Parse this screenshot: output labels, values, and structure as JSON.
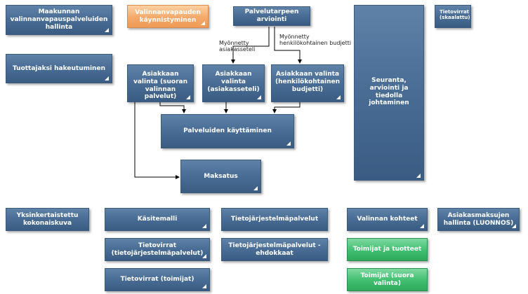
{
  "boxes": {
    "maakunnan": "Maakunnan valinnanvapauspalveluiden hallinta",
    "kaynnistyminen": "Valinnanvapauden käynnistyminen",
    "palvelutarve": "Palvelutarpeen arviointi",
    "seuranta": "Seuranta, arviointi ja tiedolla johtaminen",
    "tietovirrat_skaalattu": "Tietovirrat (skaalattu)",
    "tuottajaksi": "Tuottajaksi hakeutuminen",
    "valinta_suora": "Asiakkaan valinta (suoran valinnan palvelut)",
    "valinta_seteli": "Asiakkaan valinta (asiakasseteli)",
    "valinta_budjetti": "Asiakkaan valinta (henkilökohtainen budjetti)",
    "palveluiden_kaytt": "Palveluiden käyttäminen",
    "maksatus": "Maksatus",
    "yksinkertaistettu": "Yksinkertaistettu kokonaiskuva",
    "kasitemalli": "Käsitemalli",
    "tietojarjestelmapalvelut": "Tietojärjestelmäpalvelut",
    "valinnan_kohteet": "Valinnan kohteet",
    "asiakasmaksujen": "Asiakasmaksujen hallinta (LUONNOS)",
    "tietovirrat_tj": "Tietovirrat (tietojärjestelmäpalvelut)",
    "tj_ehdokkaat": "Tietojärjestelmäpalvelut - ehdokkaat",
    "toimijat_tuotteet": "Toimijat ja tuotteet",
    "tietovirrat_toimijat": "Tietovirrat (toimijat)",
    "toimijat_suora": "Toimijat (suora valinta)"
  },
  "notes": {
    "seteli": "Myönnetty\nasiakasseteli",
    "budjetti": "Myönnetty\nhenkilökohtainen budjetti"
  },
  "colors": {
    "blue": "#4a6e96",
    "orange": "#f4a96a",
    "green": "#3fbf6f"
  }
}
